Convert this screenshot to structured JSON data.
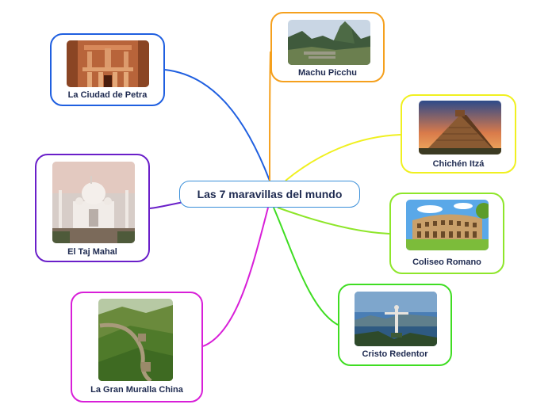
{
  "center": {
    "title": "Las 7 maravillas del mundo"
  },
  "nodes": [
    {
      "id": "petra",
      "label": "La Ciudad de Petra",
      "color": "#1f5fe0",
      "image": "petra-treasury-icon"
    },
    {
      "id": "machu",
      "label": "Machu Picchu",
      "color": "#f5a01d",
      "image": "machu-picchu-icon"
    },
    {
      "id": "chichen",
      "label": "Chichén Itzá",
      "color": "#f0f020",
      "image": "pyramid-icon"
    },
    {
      "id": "taj",
      "label": "El Taj Mahal",
      "color": "#6a1fc9",
      "image": "taj-mahal-icon"
    },
    {
      "id": "coliseo",
      "label": "Coliseo Romano",
      "color": "#8ee62a",
      "image": "colosseum-icon"
    },
    {
      "id": "cristo",
      "label": "Cristo Redentor",
      "color": "#3fdd22",
      "image": "christ-statue-icon"
    },
    {
      "id": "muralla",
      "label": "La Gran Muralla China",
      "color": "#d81fd8",
      "image": "great-wall-icon"
    }
  ]
}
